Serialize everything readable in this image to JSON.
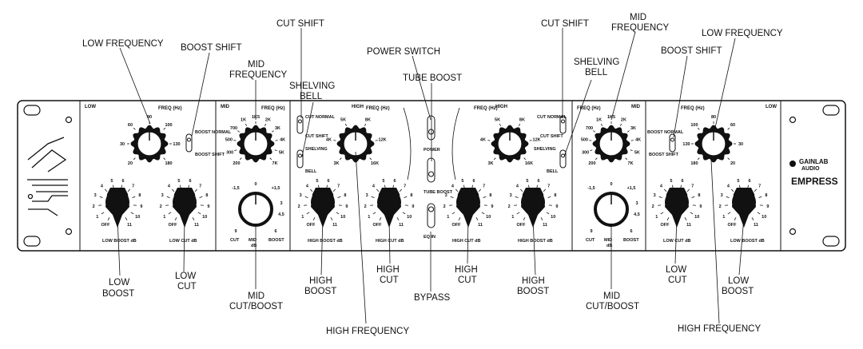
{
  "brand": {
    "line1": "GAINLAB",
    "line2": "AUDIO",
    "line3": "EMPRESS"
  },
  "callouts": {
    "low_frequency_left": "LOW FREQUENCY",
    "boost_shift_left": "BOOST SHIFT",
    "mid_frequency_left": [
      "MID",
      "FREQUENCY"
    ],
    "cut_shift_left": "CUT SHIFT",
    "shelving_bell_left": [
      "SHELVING",
      "BELL"
    ],
    "power_switch": "POWER SWITCH",
    "tube_boost": "TUBE BOOST",
    "cut_shift_right": "CUT SHIFT",
    "mid_frequency_right": [
      "MID",
      "FREQUENCY"
    ],
    "shelving_bell_right": [
      "SHELVING",
      "BELL"
    ],
    "boost_shift_right": "BOOST SHIFT",
    "low_frequency_right": "LOW FREQUENCY",
    "low_boost_left": [
      "LOW",
      "BOOST"
    ],
    "low_cut_left": [
      "LOW",
      "CUT"
    ],
    "mid_cut_boost_left": [
      "MID",
      "CUT/BOOST"
    ],
    "high_boost_left": [
      "HIGH",
      "BOOST"
    ],
    "high_cut_left": [
      "HIGH",
      "CUT"
    ],
    "bypass": "BYPASS",
    "high_cut_right": [
      "HIGH",
      "CUT"
    ],
    "high_boost_right": [
      "HIGH",
      "BOOST"
    ],
    "mid_cut_boost_right": [
      "MID",
      "CUT/BOOST"
    ],
    "low_cut_right": [
      "LOW",
      "CUT"
    ],
    "low_boost_right": [
      "LOW",
      "BOOST"
    ],
    "high_frequency_left": "HIGH FREQUENCY",
    "high_frequency_right": "HIGH FREQUENCY"
  },
  "panel": {
    "section_low": "LOW",
    "section_mid": "MID",
    "section_high": "HIGH",
    "freq_hz": "FREQ (Hz)",
    "low_freq_ticks": [
      "20",
      "30",
      "60",
      "80",
      "100",
      "130",
      "180"
    ],
    "mid_freq_ticks": [
      "200",
      "300",
      "500",
      "700",
      "1K",
      "1K5",
      "2K",
      "3K",
      "4K",
      "5K",
      "7K"
    ],
    "high_freq_ticks": [
      "3K",
      "4K",
      "5K",
      "8K",
      "12K",
      "16K"
    ],
    "step_ticks": [
      "1",
      "2",
      "3",
      "4",
      "5",
      "6",
      "7",
      "8",
      "9",
      "10",
      "11"
    ],
    "off_label": "OFF",
    "mid_ticks": [
      "-1,5",
      "0",
      "+1,5",
      "3",
      "4,5",
      "6",
      "9"
    ],
    "boost_normal": "BOOST NORMAL",
    "boost_shift": "BOOST SHIFT",
    "cut_normal": "CUT NORMAL",
    "cut_shift": "CUT SHIFT",
    "shelving": "SHELVING",
    "bell": "BELL",
    "power": "POWER",
    "tube_boost": "TUBE BOOST",
    "eq_in": "EQ IN",
    "low_boost_db": "LOW BOOST dB",
    "low_cut_db": "LOW CUT dB",
    "high_boost_db": "HIGH BOOST dB",
    "high_cut_db": "HIGH CUT dB",
    "cut": "CUT",
    "mid": "MID",
    "boost": "BOOST",
    "db": "dB"
  }
}
